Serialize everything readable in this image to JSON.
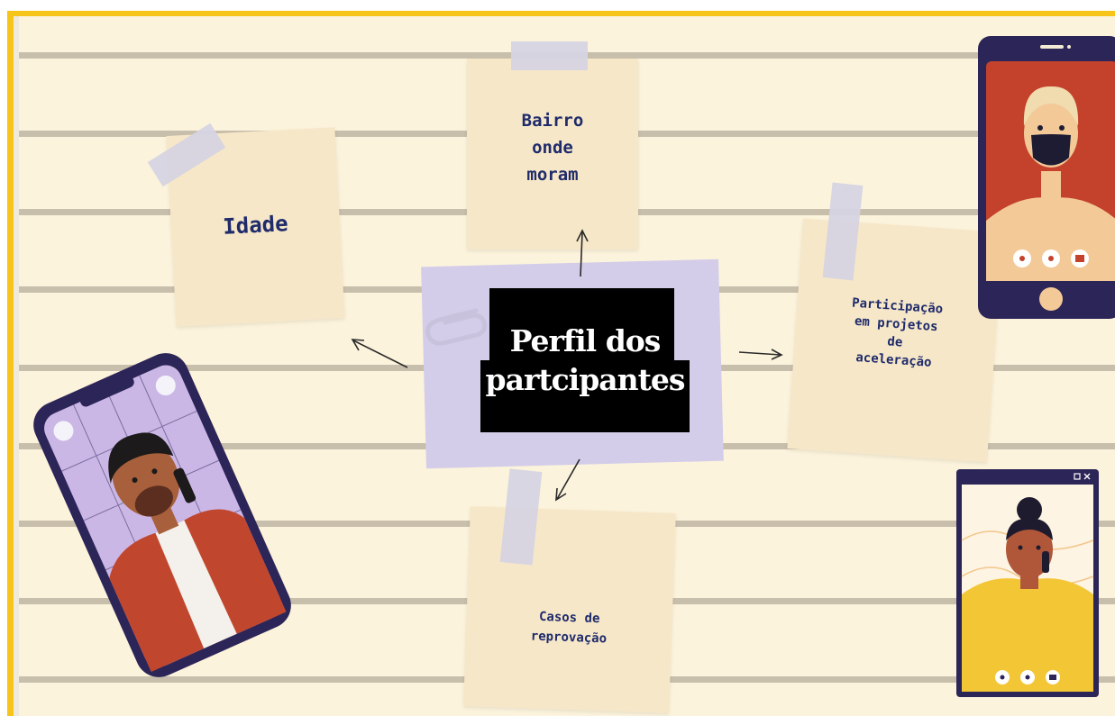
{
  "title": {
    "line1": "Perfil dos",
    "line2": "partcipantes"
  },
  "notes": {
    "age": "Idade",
    "neighborhood": {
      "line1": "Bairro",
      "line2": "onde",
      "line3": "moram"
    },
    "acceleration": {
      "line1": "Participação",
      "line2": "em projetos",
      "line3": "de",
      "line4": "aceleração"
    },
    "failures": {
      "line1": "Casos de",
      "line2": "reprovação"
    }
  },
  "colors": {
    "frame": "#f7c51a",
    "background": "#fcf3dc",
    "stripe": "#c8beac",
    "note": "#f6e7c8",
    "note_text": "#1f2b6b",
    "center_card": "#d3cdea"
  },
  "illustrations": {
    "left_phone": "phone-call-man-illustration",
    "top_right_phone": "video-call-masked-man-illustration",
    "bottom_right_window": "video-call-woman-illustration"
  }
}
